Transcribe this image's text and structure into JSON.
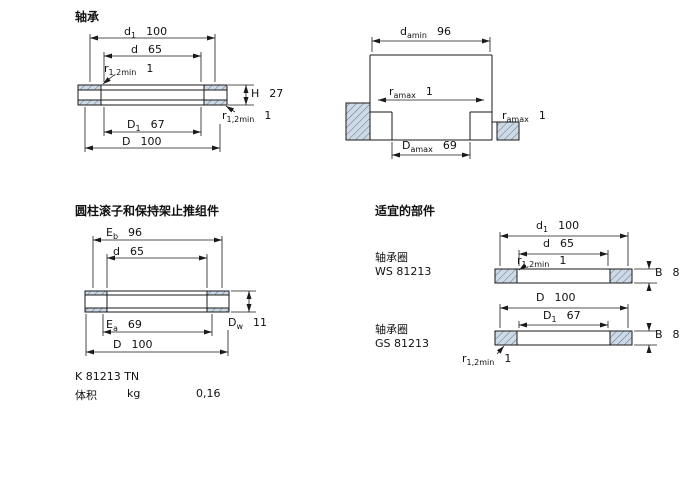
{
  "colors": {
    "background": "#ffffff",
    "line": "#1a1a1a",
    "hatch_fill": "#cdd9e5",
    "hatch_line": "#5b768e"
  },
  "sections": {
    "bearing": {
      "title": "轴承",
      "dims": {
        "d1": {
          "sym": "d",
          "sub": "1",
          "val": "100"
        },
        "d": {
          "sym": "d",
          "sub": "",
          "val": "65"
        },
        "r12_top": {
          "sym": "r",
          "sub": "1,2min",
          "val": "1"
        },
        "H": {
          "sym": "H",
          "sub": "",
          "val": "27"
        },
        "r12_side": {
          "sym": "r",
          "sub": "1,2min",
          "val": "1"
        },
        "D1": {
          "sym": "D",
          "sub": "1",
          "val": "67"
        },
        "D": {
          "sym": "D",
          "sub": "",
          "val": "100"
        }
      }
    },
    "abutment": {
      "dims": {
        "damin": {
          "sym": "d",
          "sub": "amin",
          "val": "96"
        },
        "ramax_inner": {
          "sym": "r",
          "sub": "amax",
          "val": "1"
        },
        "ramax_side": {
          "sym": "r",
          "sub": "amax",
          "val": "1"
        },
        "Damax": {
          "sym": "D",
          "sub": "amax",
          "val": "69"
        }
      }
    },
    "assembly": {
      "title": "圆柱滚子和保持架止推组件",
      "dims": {
        "Eb": {
          "sym": "E",
          "sub": "b",
          "val": "96"
        },
        "d": {
          "sym": "d",
          "sub": "",
          "val": "65"
        },
        "Ea": {
          "sym": "E",
          "sub": "a",
          "val": "69"
        },
        "D": {
          "sym": "D",
          "sub": "",
          "val": "100"
        },
        "Dw": {
          "sym": "D",
          "sub": "w",
          "val": "11"
        }
      },
      "designation": "K 81213 TN",
      "mass": {
        "label": "体积",
        "unit": "kg",
        "value": "0,16"
      }
    },
    "parts": {
      "title": "适宜的部件",
      "ws": {
        "type_label": "轴承圈",
        "designation": "WS 81213",
        "dims": {
          "d1": {
            "sym": "d",
            "sub": "1",
            "val": "100"
          },
          "d": {
            "sym": "d",
            "sub": "",
            "val": "65"
          },
          "r12": {
            "sym": "r",
            "sub": "1,2min",
            "val": "1"
          },
          "B": {
            "sym": "B",
            "sub": "",
            "val": "8"
          }
        }
      },
      "gs": {
        "type_label": "轴承圈",
        "designation": "GS 81213",
        "dims": {
          "D": {
            "sym": "D",
            "sub": "",
            "val": "100"
          },
          "D1": {
            "sym": "D",
            "sub": "1",
            "val": "67"
          },
          "B": {
            "sym": "B",
            "sub": "",
            "val": "8"
          },
          "r12": {
            "sym": "r",
            "sub": "1,2min",
            "val": "1"
          }
        }
      }
    }
  }
}
